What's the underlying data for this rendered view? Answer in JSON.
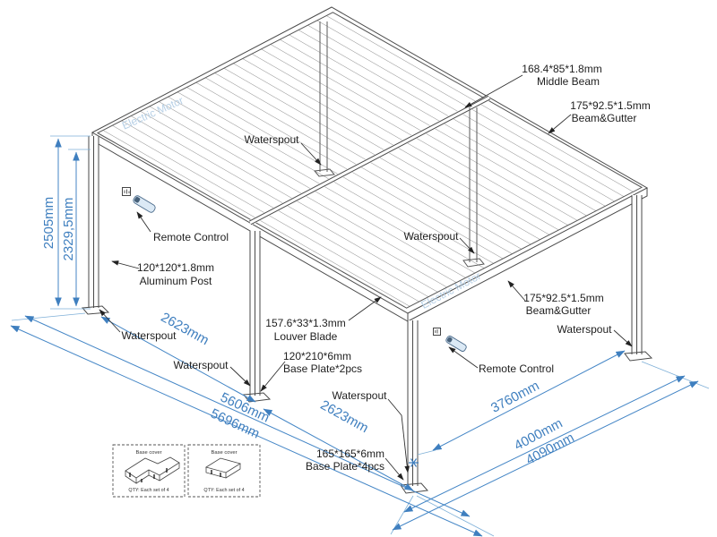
{
  "watermark": "Electric Motor",
  "dims": {
    "height_outer": "2505mm",
    "height_inner": "2329,5mm",
    "bay_left": "2623mm",
    "bay_front": "2623mm",
    "width_inner": "5606mm",
    "width_outer": "5696mm",
    "depth_inner": "3760mm",
    "depth_mid": "4000mm",
    "depth_outer": "4090mm"
  },
  "labels": {
    "middle_beam_size": "168.4*85*1.8mm",
    "middle_beam_name": "Middle Beam",
    "beam_gutter_size": "175*92.5*1.5mm",
    "beam_gutter_name": "Beam&Gutter",
    "waterspout": "Waterspout",
    "remote_control": "Remote Control",
    "post_size": "120*120*1.8mm",
    "post_name": "Aluminum Post",
    "louver_size": "157.6*33*1.3mm",
    "louver_name": "Louver Blade",
    "base_plate2_size": "120*210*6mm",
    "base_plate2_name": "Base Plate*2pcs",
    "base_plate4_size": "165*165*6mm",
    "base_plate4_name": "Base Plate*4pcs"
  },
  "detail_boxes": [
    {
      "title": "Base cover",
      "qty": "QTY:  Each set of 4"
    },
    {
      "title": "Base cover",
      "qty": "QTY:  Each set of 4"
    }
  ],
  "colors": {
    "dimension": "#3f7fbf",
    "structure": "#4a4a4a",
    "watermark": "#b7d0e6"
  }
}
